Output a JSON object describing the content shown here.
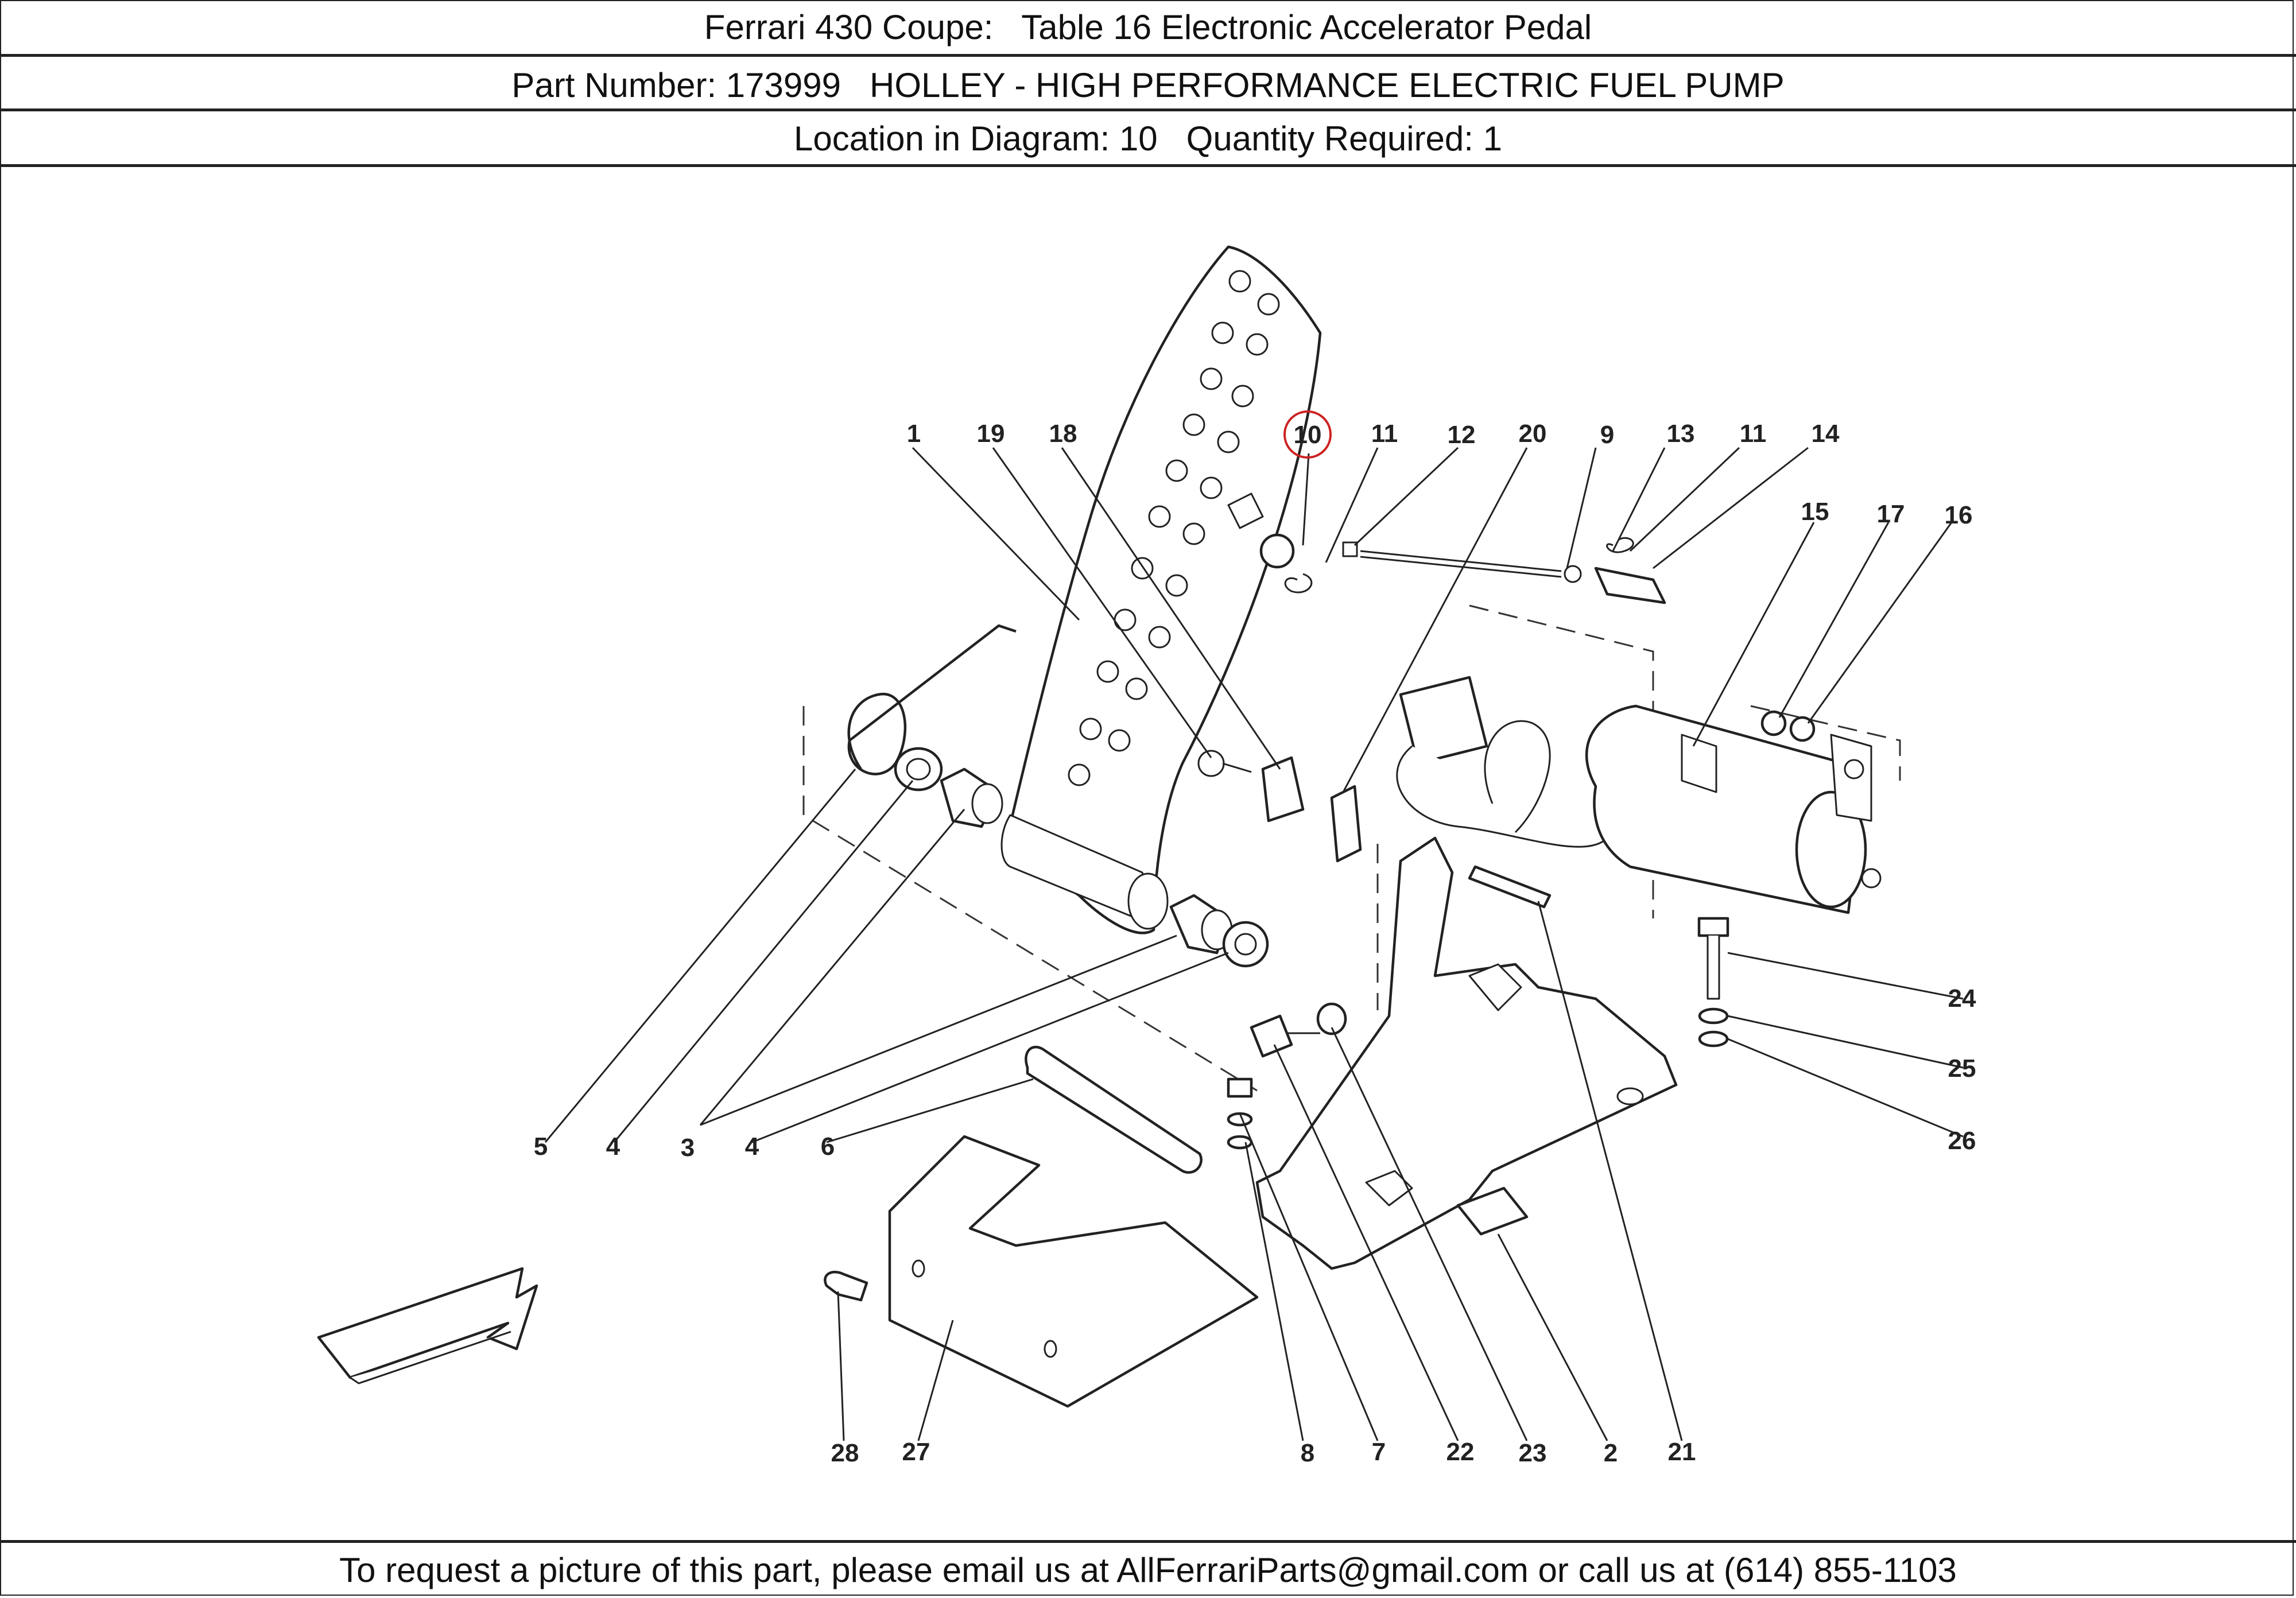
{
  "header": {
    "title": "Ferrari 430 Coupe:   Table 16 Electronic Accelerator Pedal",
    "part_line": "Part Number: 173999   HOLLEY - HIGH PERFORMANCE ELECTRIC FUEL PUMP",
    "location_line": "Location in Diagram: 10   Quantity Required: 1"
  },
  "diagram": {
    "highlighted_label": "10",
    "highlight_color": "#cc2222",
    "labels": {
      "l1": "1",
      "l19": "19",
      "l18": "18",
      "l10": "10",
      "l11a": "11",
      "l12": "12",
      "l20": "20",
      "l9": "9",
      "l13": "13",
      "l11b": "11",
      "l14": "14",
      "l15": "15",
      "l17": "17",
      "l16": "16",
      "l24": "24",
      "l25": "25",
      "l26": "26",
      "l5": "5",
      "l4a": "4",
      "l3": "3",
      "l4b": "4",
      "l6": "6",
      "l28": "28",
      "l27": "27",
      "l8": "8",
      "l7": "7",
      "l22": "22",
      "l23": "23",
      "l2": "2",
      "l21": "21"
    }
  },
  "footer": {
    "text": "To request a picture of this part, please email us at AllFerrariParts@gmail.com or call us at (614) 855-1103"
  }
}
